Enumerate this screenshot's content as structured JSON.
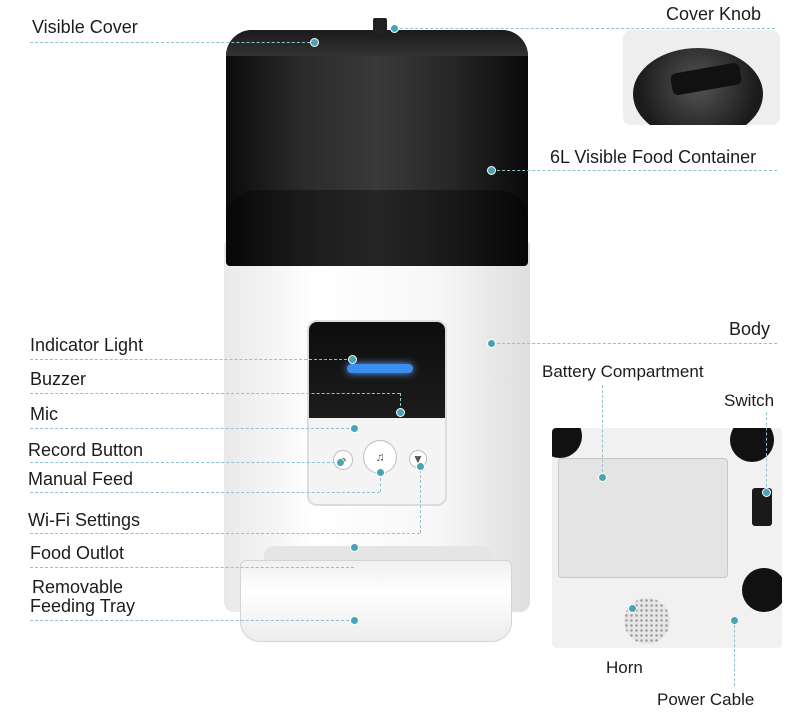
{
  "labels": {
    "visible_cover": "Visible Cover",
    "cover_knob": "Cover Knob",
    "food_container": "6L Visible Food Container",
    "body": "Body",
    "indicator_light": "Indicator Light",
    "buzzer": "Buzzer",
    "mic": "Mic",
    "record_button": "Record Button",
    "manual_feed": "Manual Feed",
    "wifi_settings": "Wi-Fi Settings",
    "food_outlet": "Food Outlot",
    "removable_tray_line1": "Removable",
    "removable_tray_line2": "Feeding Tray",
    "battery_compartment": "Battery Compartment",
    "switch": "Switch",
    "horn": "Horn",
    "power_cable": "Power Cable"
  },
  "colors": {
    "leader_line": "#8fc3cc",
    "marker_dot": "#4aa3b3",
    "indicator_light": "#3b8ff0"
  },
  "icons": {
    "record": "record-icon",
    "manual_feed": "bowl-icon",
    "wifi": "wifi-icon"
  }
}
